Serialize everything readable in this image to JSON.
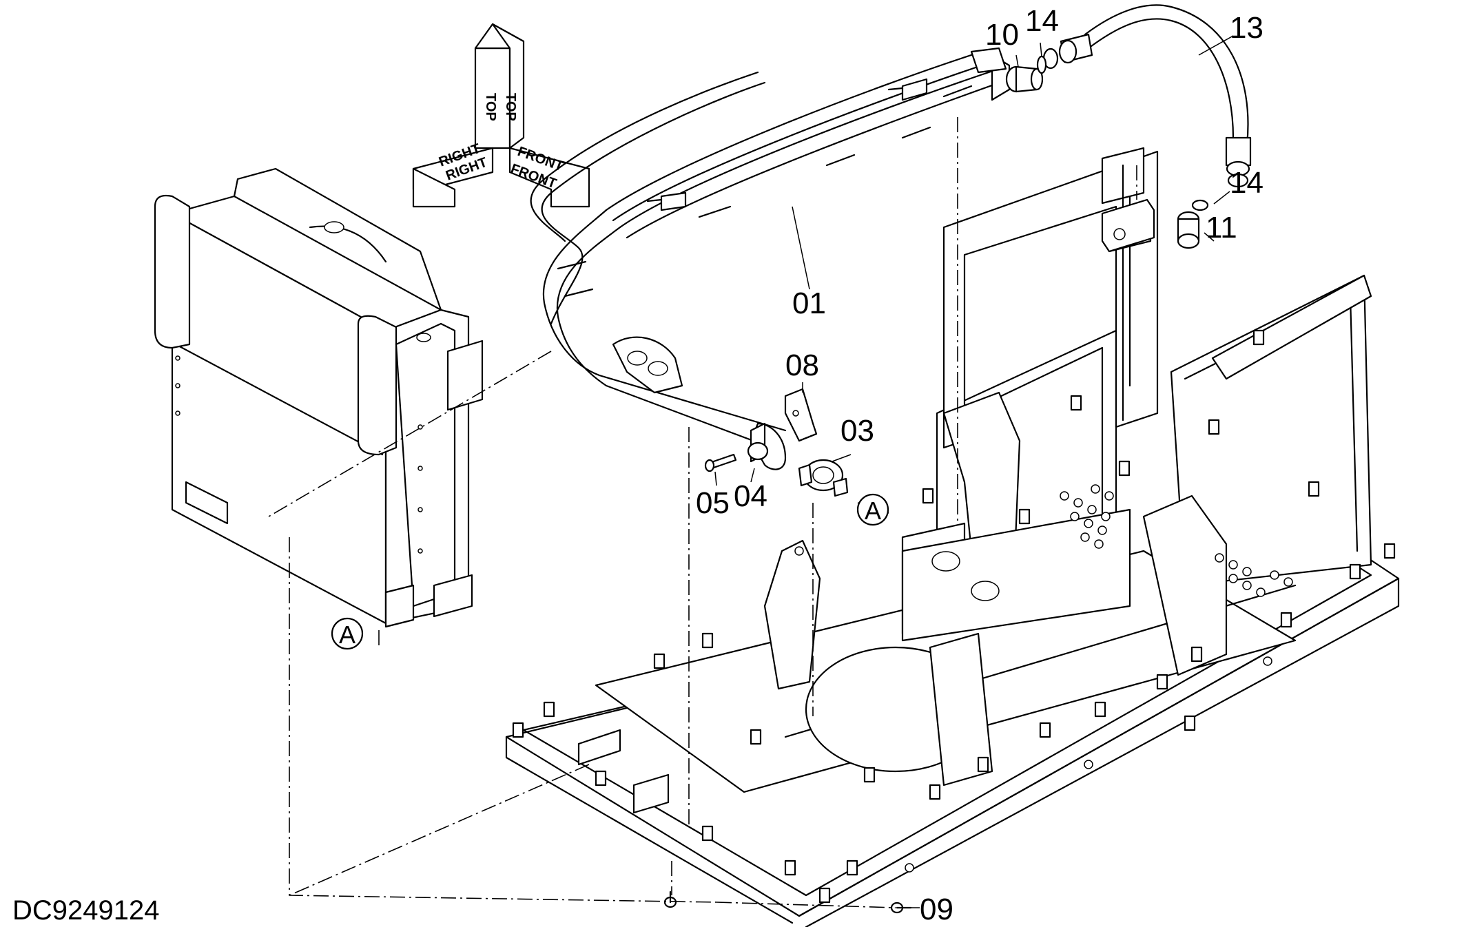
{
  "drawing_code": "DC9249124",
  "direction_labels": {
    "top_a": "TOP",
    "top_b": "TOP",
    "right_a": "RIGHT",
    "right_b": "RIGHT",
    "front_a": "FRONT",
    "front_b": "FRONT"
  },
  "callouts": {
    "p01": "01",
    "p03": "03",
    "p04": "04",
    "p05": "05",
    "p08": "08",
    "p09": "09",
    "p10": "10",
    "p11": "11",
    "p13": "13",
    "p14a": "14",
    "p14b": "14"
  },
  "reference_marks": {
    "a_pipe": "A",
    "a_radiator": "A"
  }
}
